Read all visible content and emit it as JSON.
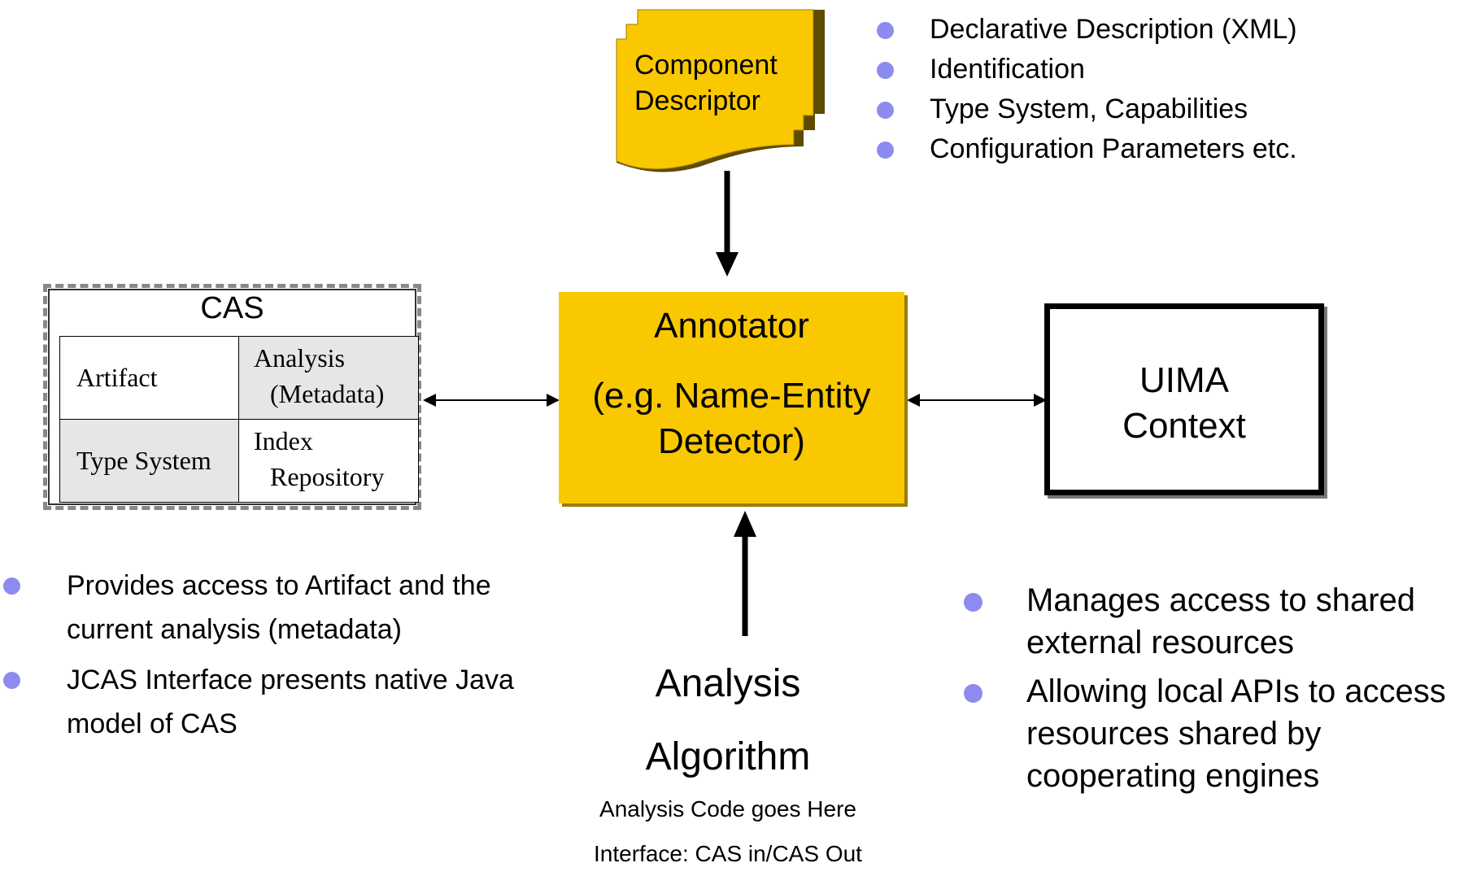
{
  "component_descriptor": {
    "label_line1": "Component",
    "label_line2": "Descriptor",
    "bullets": [
      "Declarative Description (XML)",
      "Identification",
      "Type System, Capabilities",
      "Configuration Parameters etc."
    ]
  },
  "cas": {
    "title": "CAS",
    "cells": {
      "artifact": "Artifact",
      "analysis_line1": "Analysis",
      "analysis_line2": "(Metadata)",
      "type_system": "Type System",
      "index_line1": "Index",
      "index_line2": "Repository"
    },
    "bullets": [
      "Provides access to Artifact and the current analysis (metadata)",
      "JCAS Interface presents native Java model of CAS"
    ]
  },
  "annotator": {
    "line1": "Annotator",
    "line2": "(e.g. Name-Entity",
    "line3": "Detector)"
  },
  "uima_context": {
    "line1": "UIMA",
    "line2": "Context",
    "bullets": [
      "Manages access to shared external resources",
      "Allowing local APIs to access resources shared by cooperating engines"
    ]
  },
  "analysis_algorithm": {
    "line1": "Analysis",
    "line2": "Algorithm",
    "sub1": "Analysis Code goes Here",
    "sub2": "Interface: CAS in/CAS Out"
  },
  "colors": {
    "annotator_fill": "#f9c800",
    "bullet": "#8b8bf0",
    "cas_shade": "#e6e6e6"
  }
}
